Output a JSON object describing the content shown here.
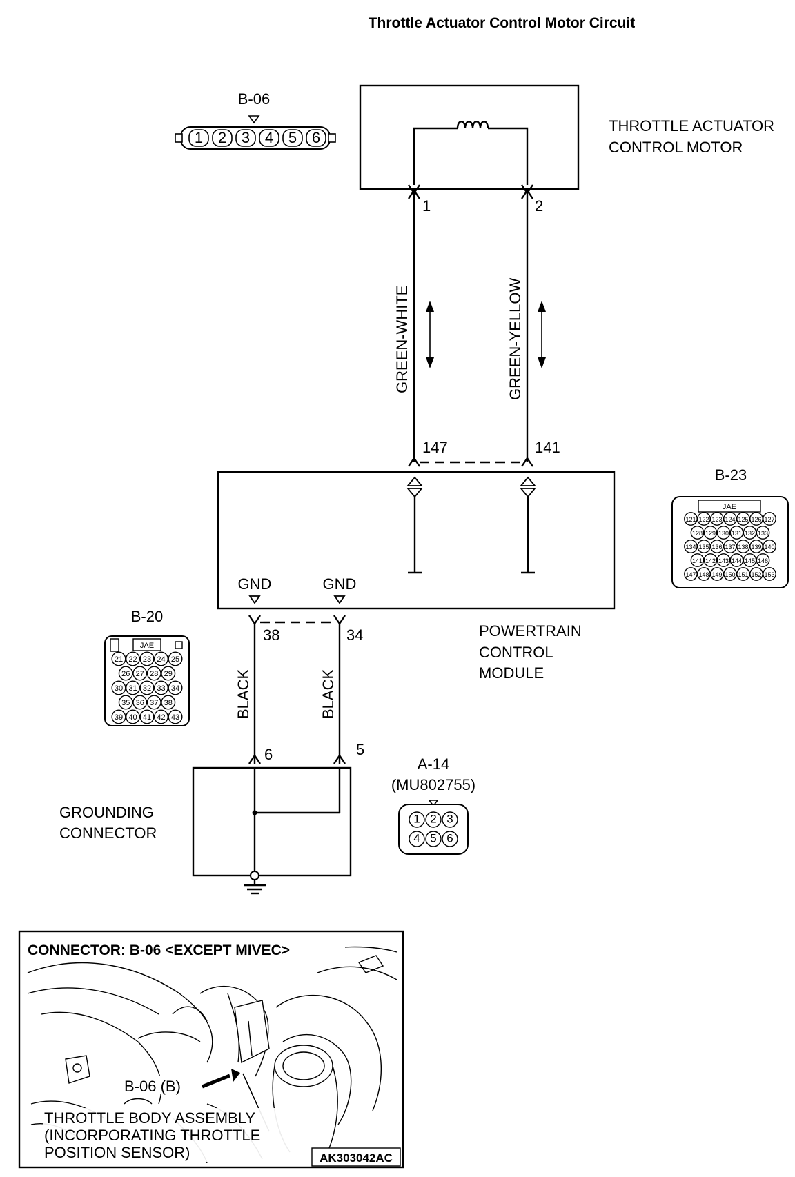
{
  "title": "Throttle Actuator Control Motor Circuit",
  "motor": {
    "label_line1": "THROTTLE ACTUATOR",
    "label_line2": "CONTROL MOTOR",
    "pin_left": "1",
    "pin_right": "2"
  },
  "connector_b06": {
    "id": "B-06",
    "pins": [
      "1",
      "2",
      "3",
      "4",
      "5",
      "6"
    ]
  },
  "wires": {
    "left_color": "GREEN-WHITE",
    "right_color": "GREEN-YELLOW",
    "ground_left_color": "BLACK",
    "ground_right_color": "BLACK"
  },
  "pcm": {
    "label_line1": "POWERTRAIN",
    "label_line2": "CONTROL",
    "label_line3": "MODULE",
    "pin_147": "147",
    "pin_141": "141",
    "gnd_left": "GND",
    "gnd_right": "GND",
    "pin_38": "38",
    "pin_34": "34"
  },
  "connector_b23": {
    "id": "B-23",
    "brand": "JAE",
    "rows": [
      [
        "121",
        "122",
        "123",
        "124",
        "125",
        "126",
        "127"
      ],
      [
        "128",
        "129",
        "130",
        "131",
        "132",
        "133"
      ],
      [
        "134",
        "135",
        "136",
        "137",
        "138",
        "139",
        "140"
      ],
      [
        "141",
        "142",
        "143",
        "144",
        "145",
        "146"
      ],
      [
        "147",
        "148",
        "149",
        "150",
        "151",
        "152",
        "153"
      ]
    ]
  },
  "connector_b20": {
    "id": "B-20",
    "brand": "JAE",
    "rows": [
      [
        "21",
        "22",
        "23",
        "24",
        "25"
      ],
      [
        "26",
        "27",
        "28",
        "29"
      ],
      [
        "30",
        "31",
        "32",
        "33",
        "34"
      ],
      [
        "35",
        "36",
        "37",
        "38"
      ],
      [
        "39",
        "40",
        "41",
        "42",
        "43"
      ]
    ]
  },
  "grounding": {
    "label_line1": "GROUNDING",
    "label_line2": "CONNECTOR",
    "pin_6": "6",
    "pin_5": "5"
  },
  "connector_a14": {
    "id": "A-14",
    "part": "(MU802755)",
    "row1": [
      "1",
      "2",
      "3"
    ],
    "row2": [
      "4",
      "5",
      "6"
    ]
  },
  "photo": {
    "heading": "CONNECTOR: B-06 <EXCEPT MIVEC>",
    "callout": "B-06 (B)",
    "caption_line1": "THROTTLE BODY ASSEMBLY",
    "caption_line2": "(INCORPORATING THROTTLE",
    "caption_line3": "POSITION SENSOR)",
    "code": "AK303042AC"
  }
}
